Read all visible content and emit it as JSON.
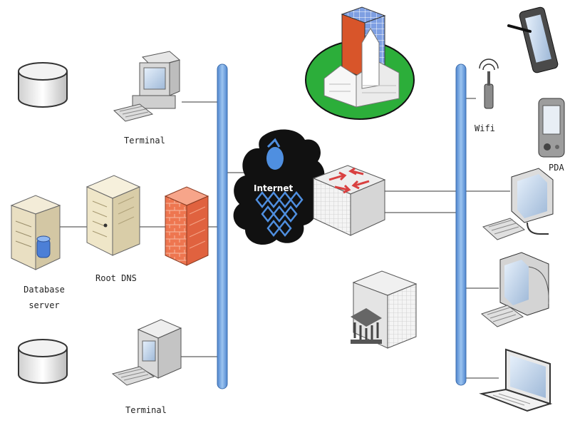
{
  "labels": {
    "terminal_top": "Terminal",
    "terminal_bottom": "Terminal",
    "root_dns": "Root DNS",
    "database_server_line1": "Database",
    "database_server_line2": "server",
    "wifi": "Wifi",
    "pda": "PDA",
    "internet": "Internet"
  },
  "icons": [
    "database-disk-icon",
    "desktop-terminal-icon",
    "database-server-icon",
    "dns-server-icon",
    "firewall-icon",
    "internet-cloud-icon",
    "city-building-icon",
    "network-switch-icon",
    "wifi-antenna-icon",
    "tablet-icon",
    "pda-icon",
    "monitor-icon",
    "crt-monitor-icon",
    "laptop-icon",
    "bank-building-icon"
  ],
  "colors": {
    "bus": "#6b9fdc",
    "firewall": "#e86a4a",
    "grass": "#2cae3a",
    "tower": "#d8552a",
    "cloud": "#111111",
    "cloud_mesh": "#4f8fe0",
    "switch_arrow": "#d94040"
  }
}
